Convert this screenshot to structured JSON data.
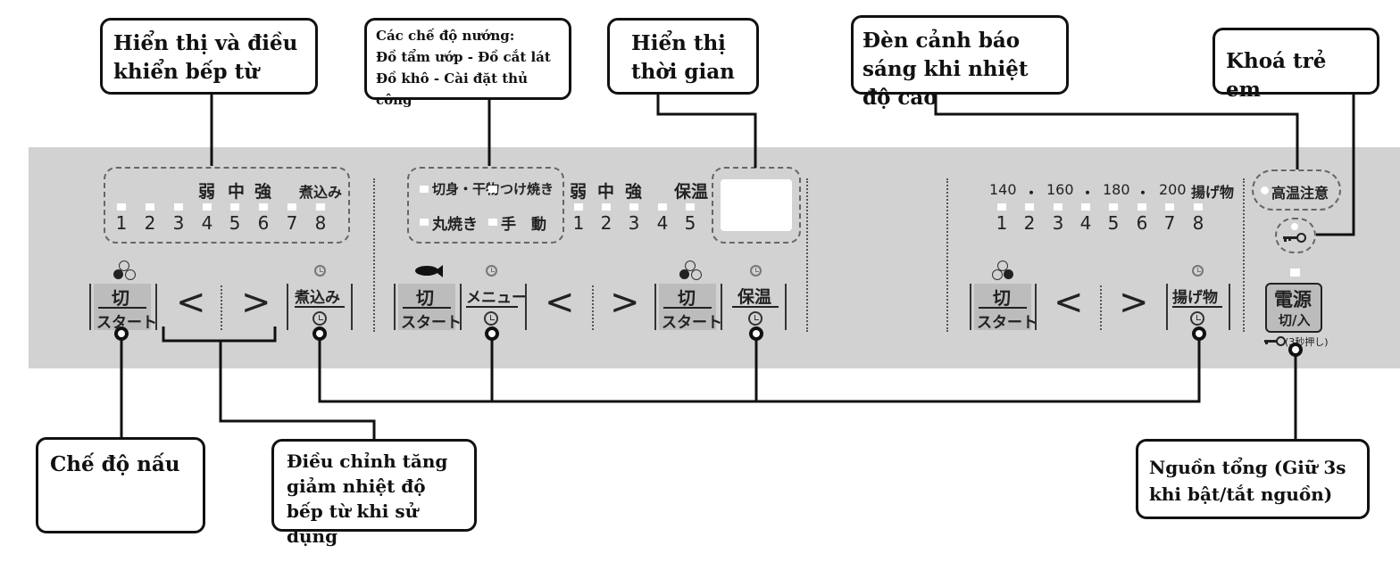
{
  "callouts": {
    "induction_display": "Hiển thị và điều khiển bếp từ",
    "grill_modes": "Các chế độ nướng:\nĐồ tẩm ướp - Đồ cắt lát\nĐồ khô - Cài đặt thủ công",
    "time_display": "Hiển thị thời gian",
    "high_temp_warning": "Đèn cảnh báo sáng khi nhiệt độ cao",
    "child_lock": "Khoá trẻ em",
    "cook_mode": "Chế độ nấu",
    "temp_adjust": "Điều chỉnh tăng giảm nhiệt độ bếp từ khi sử dụng",
    "main_power": "Nguồn tổng (Giữ 3s khi bật/tắt nguồn)"
  },
  "left_zone": {
    "level_labels": [
      "弱",
      "中",
      "強",
      "煮込み"
    ],
    "numbers": [
      "1",
      "2",
      "3",
      "4",
      "5",
      "6",
      "7",
      "8"
    ],
    "start_button": {
      "top": "切",
      "bottom": "スタート"
    },
    "decrease": "<",
    "increase": ">",
    "simmer_button": "煮込み"
  },
  "grill_zone": {
    "menu_items": [
      "切身・干物",
      "つけ焼き",
      "丸焼き",
      "手　動"
    ],
    "start_button": {
      "top": "切",
      "bottom": "スタート"
    },
    "menu_button": "メニュー"
  },
  "center_zone": {
    "level_labels": [
      "弱",
      "中",
      "強",
      "保温"
    ],
    "numbers": [
      "1",
      "2",
      "3",
      "4",
      "5"
    ],
    "decrease": "<",
    "increase": ">",
    "start_button": {
      "top": "切",
      "bottom": "スタート"
    },
    "keep_warm_button": "保温"
  },
  "right_zone": {
    "temps": [
      "140",
      "・",
      "160",
      "・",
      "180",
      "・",
      "200",
      "揚げ物"
    ],
    "numbers": [
      "1",
      "2",
      "3",
      "4",
      "5",
      "6",
      "7",
      "8"
    ],
    "start_button": {
      "top": "切",
      "bottom": "スタート"
    },
    "decrease": "<",
    "increase": ">",
    "fry_button": "揚げ物"
  },
  "status": {
    "high_temp_label": "高温注意",
    "power_button": {
      "top": "電源",
      "bottom": "切/入"
    },
    "lock_hint": "(3秒押し)"
  },
  "colors": {
    "panel": "#d2d2d2",
    "button_bg": "#bcbcbc",
    "line": "#111111"
  }
}
